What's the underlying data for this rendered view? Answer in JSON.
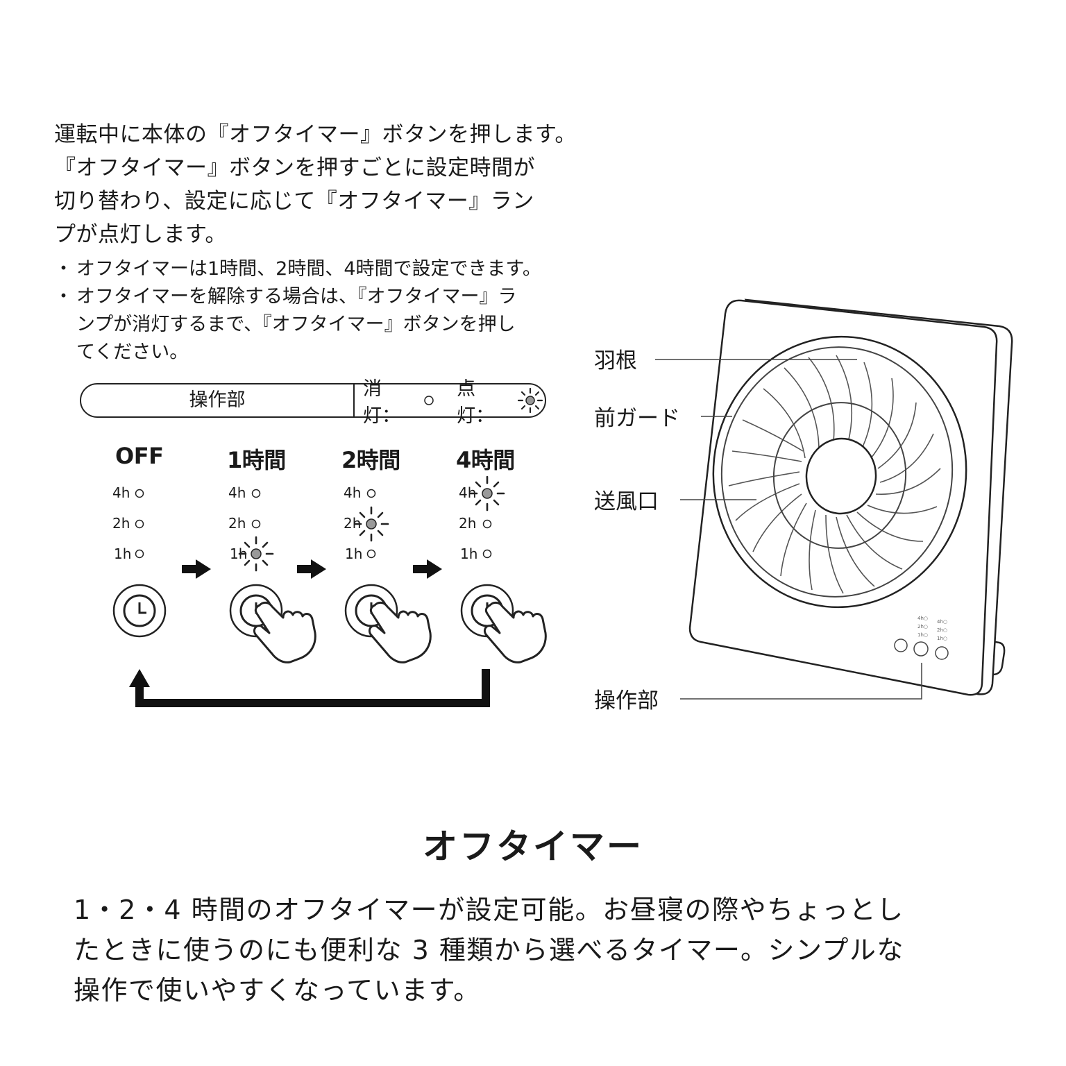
{
  "intro": {
    "lines": [
      "運転中に本体の『オフタイマー』ボタンを押します。",
      "『オフタイマー』ボタンを押すごとに設定時間が",
      "切り替わり、設定に応じて『オフタイマー』ラン",
      "プが点灯します。"
    ]
  },
  "notes": [
    {
      "lines": [
        "オフタイマーは1時間、2時間、4時間で設定できます。"
      ]
    },
    {
      "lines": [
        "オフタイマーを解除する場合は、『オフタイマー』ラ",
        "ンプが消灯するまで、『オフタイマー』ボタンを押し",
        "てください。"
      ]
    }
  ],
  "legend": {
    "title": "操作部",
    "off_label": "消灯：",
    "on_label": "点灯："
  },
  "timer_states": [
    {
      "heading": "OFF",
      "lamps": [
        "4h",
        "2h",
        "1h"
      ],
      "lit": ""
    },
    {
      "heading": "1時間",
      "lamps": [
        "4h",
        "2h",
        "1h"
      ],
      "lit": "1h"
    },
    {
      "heading": "2時間",
      "lamps": [
        "4h",
        "2h",
        "1h"
      ],
      "lit": "2h"
    },
    {
      "heading": "4時間",
      "lamps": [
        "4h",
        "2h",
        "1h"
      ],
      "lit": "4h"
    }
  ],
  "fan_labels": {
    "blade": "羽根",
    "front_guard": "前ガード",
    "outlet": "送風口",
    "control": "操作部"
  },
  "title": "オフタイマー",
  "description": [
    "1・2・4 時間のオフタイマーが設定可能。お昼寝の際やちょっとし",
    "たときに使うのにも便利な 3 種類から選べるタイマー。シンプルな",
    "操作で使いやすくなっています。"
  ]
}
